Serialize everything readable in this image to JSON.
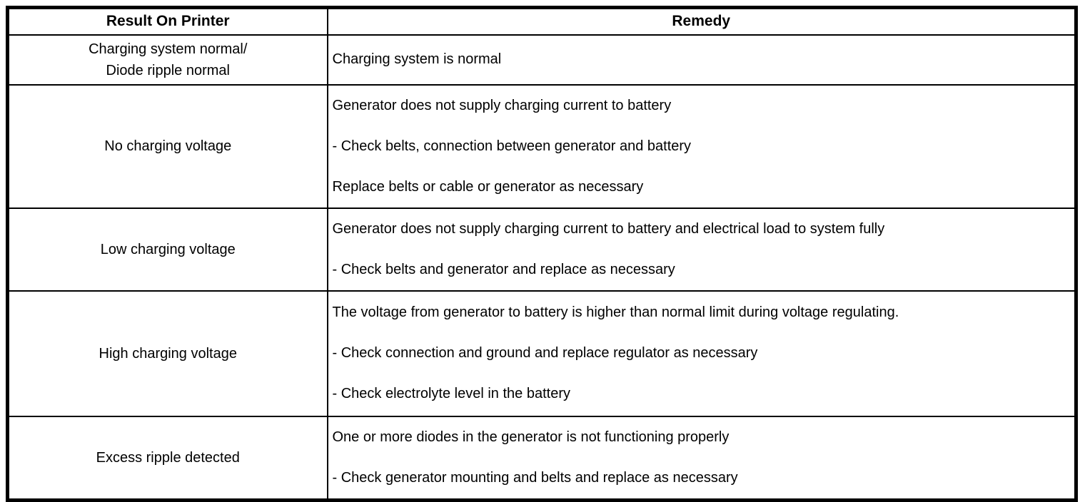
{
  "header": {
    "result": "Result On Printer",
    "remedy": "Remedy"
  },
  "rows": [
    {
      "result_lines": [
        "Charging system normal/",
        "Diode ripple normal"
      ],
      "remedy_lines": [
        "Charging system is normal"
      ]
    },
    {
      "result_lines": [
        "No charging voltage"
      ],
      "remedy_lines": [
        "Generator does not supply charging current to battery",
        "- Check belts, connection between generator and battery",
        "Replace belts or cable or generator as necessary"
      ]
    },
    {
      "result_lines": [
        "Low charging voltage"
      ],
      "remedy_lines": [
        "Generator does not supply charging current to battery and electrical load to system fully",
        "- Check belts and generator and replace as necessary"
      ]
    },
    {
      "result_lines": [
        "High charging voltage"
      ],
      "remedy_lines": [
        "The voltage from generator to battery is higher than normal limit during voltage regulating.",
        "- Check connection and ground and replace regulator as necessary",
        "- Check electrolyte level in the battery"
      ]
    },
    {
      "result_lines": [
        "Excess ripple detected"
      ],
      "remedy_lines": [
        "One or more diodes in the generator is not functioning properly",
        "- Check generator mounting and belts and replace as necessary"
      ]
    }
  ],
  "colors": {
    "border": "#000000",
    "text": "#000000",
    "background": "#ffffff"
  }
}
